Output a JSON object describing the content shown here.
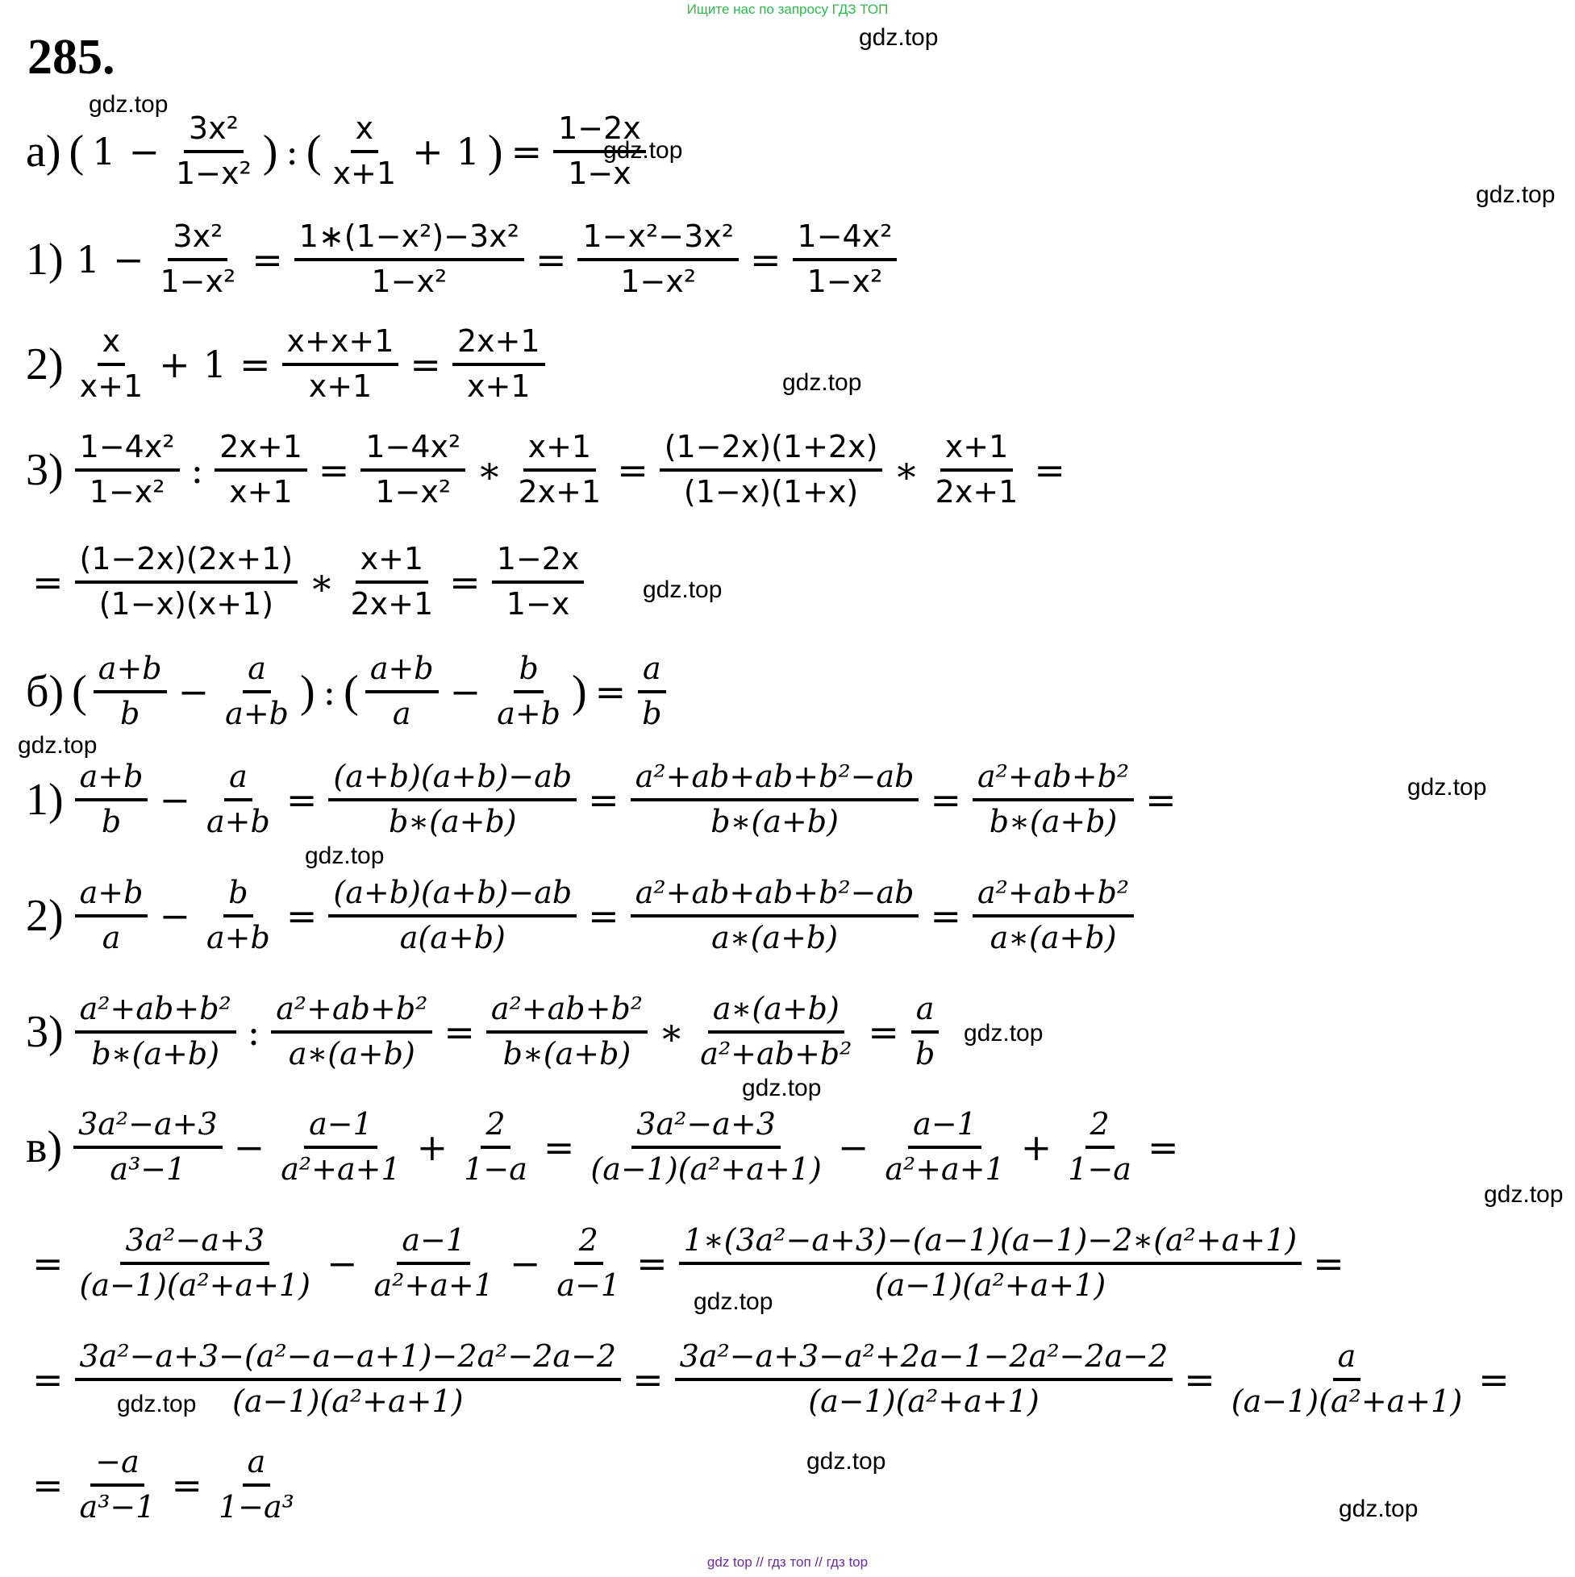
{
  "banner": "Ищите нас по запросу ГДЗ ТОП",
  "problem_number": "285.",
  "watermark": "gdz.top",
  "footer": "gdz top  //  гдз топ  //  гдз top",
  "symbols": {
    "minus": "−",
    "plus": "+",
    "eq": "=",
    "colon": ":",
    "mul": "∗",
    "lp": "(",
    "rp": ")"
  },
  "labels": {
    "a": "а)",
    "b": "б)",
    "v": "в)",
    "s1": "1)",
    "s2": "2)",
    "s3": "3)"
  },
  "terms": {
    "one": "1"
  },
  "fractions": {
    "a_main1": {
      "n": "3x²",
      "d": "1−x²"
    },
    "a_main2": {
      "n": "x",
      "d": "x+1"
    },
    "a_main3": {
      "n": "1−2x",
      "d": "1−x"
    },
    "a1_1": {
      "n": "3x²",
      "d": "1−x²"
    },
    "a1_2": {
      "n": "1∗(1−x²)−3x²",
      "d": "1−x²"
    },
    "a1_3": {
      "n": "1−x²−3x²",
      "d": "1−x²"
    },
    "a1_4": {
      "n": "1−4x²",
      "d": "1−x²"
    },
    "a2_1": {
      "n": "x",
      "d": "x+1"
    },
    "a2_2": {
      "n": "x+x+1",
      "d": "x+1"
    },
    "a2_3": {
      "n": "2x+1",
      "d": "x+1"
    },
    "a3_1": {
      "n": "1−4x²",
      "d": "1−x²"
    },
    "a3_2": {
      "n": "2x+1",
      "d": "x+1"
    },
    "a3_3": {
      "n": "1−4x²",
      "d": "1−x²"
    },
    "a3_4": {
      "n": "x+1",
      "d": "2x+1"
    },
    "a3_5": {
      "n": "(1−2x)(1+2x)",
      "d": "(1−x)(1+x)"
    },
    "a3_6": {
      "n": "x+1",
      "d": "2x+1"
    },
    "a4_1": {
      "n": "(1−2x)(2x+1)",
      "d": "(1−x)(x+1)"
    },
    "a4_2": {
      "n": "x+1",
      "d": "2x+1"
    },
    "a4_3": {
      "n": "1−2x",
      "d": "1−x"
    },
    "b_main1": {
      "n": "a+b",
      "d": "b"
    },
    "b_main2": {
      "n": "a",
      "d": "a+b"
    },
    "b_main3": {
      "n": "a+b",
      "d": "a"
    },
    "b_main4": {
      "n": "b",
      "d": "a+b"
    },
    "b_main5": {
      "n": "a",
      "d": "b"
    },
    "b1_1": {
      "n": "a+b",
      "d": "b"
    },
    "b1_2": {
      "n": "a",
      "d": "a+b"
    },
    "b1_3": {
      "n": "(a+b)(a+b)−ab",
      "d": "b∗(a+b)"
    },
    "b1_4": {
      "n": "a²+ab+ab+b²−ab",
      "d": "b∗(a+b)"
    },
    "b1_5": {
      "n": "a²+ab+b²",
      "d": "b∗(a+b)"
    },
    "b2_1": {
      "n": "a+b",
      "d": "a"
    },
    "b2_2": {
      "n": "b",
      "d": "a+b"
    },
    "b2_3": {
      "n": "(a+b)(a+b)−ab",
      "d": "a(a+b)"
    },
    "b2_4": {
      "n": "a²+ab+ab+b²−ab",
      "d": "a∗(a+b)"
    },
    "b2_5": {
      "n": "a²+ab+b²",
      "d": "a∗(a+b)"
    },
    "b3_1": {
      "n": "a²+ab+b²",
      "d": "b∗(a+b)"
    },
    "b3_2": {
      "n": "a²+ab+b²",
      "d": "a∗(a+b)"
    },
    "b3_3": {
      "n": "a²+ab+b²",
      "d": "b∗(a+b)"
    },
    "b3_4": {
      "n": "a∗(a+b)",
      "d": "a²+ab+b²"
    },
    "b3_5": {
      "n": "a",
      "d": "b"
    },
    "v_1": {
      "n": "3a²−a+3",
      "d": "a³−1"
    },
    "v_2": {
      "n": "a−1",
      "d": "a²+a+1"
    },
    "v_3": {
      "n": "2",
      "d": "1−a"
    },
    "v_4": {
      "n": "3a²−a+3",
      "d": "(a−1)(a²+a+1)"
    },
    "v_5": {
      "n": "a−1",
      "d": "a²+a+1"
    },
    "v_6": {
      "n": "2",
      "d": "1−a"
    },
    "v2_1": {
      "n": "3a²−a+3",
      "d": "(a−1)(a²+a+1)"
    },
    "v2_2": {
      "n": "a−1",
      "d": "a²+a+1"
    },
    "v2_3": {
      "n": "2",
      "d": "a−1"
    },
    "v2_4": {
      "n": "1∗(3a²−a+3)−(a−1)(a−1)−2∗(a²+a+1)",
      "d": "(a−1)(a²+a+1)"
    },
    "v3_1": {
      "n": "3a²−a+3−(a²−a−a+1)−2a²−2a−2",
      "d": "(a−1)(a²+a+1)"
    },
    "v3_2": {
      "n": "3a²−a+3−a²+2a−1−2a²−2a−2",
      "d": "(a−1)(a²+a+1)"
    },
    "v3_3": {
      "n": "a",
      "d": "(a−1)(a²+a+1)"
    },
    "v4_1": {
      "n": "−a",
      "d": "a³−1"
    },
    "v4_2": {
      "n": "a",
      "d": "1−a³"
    }
  }
}
